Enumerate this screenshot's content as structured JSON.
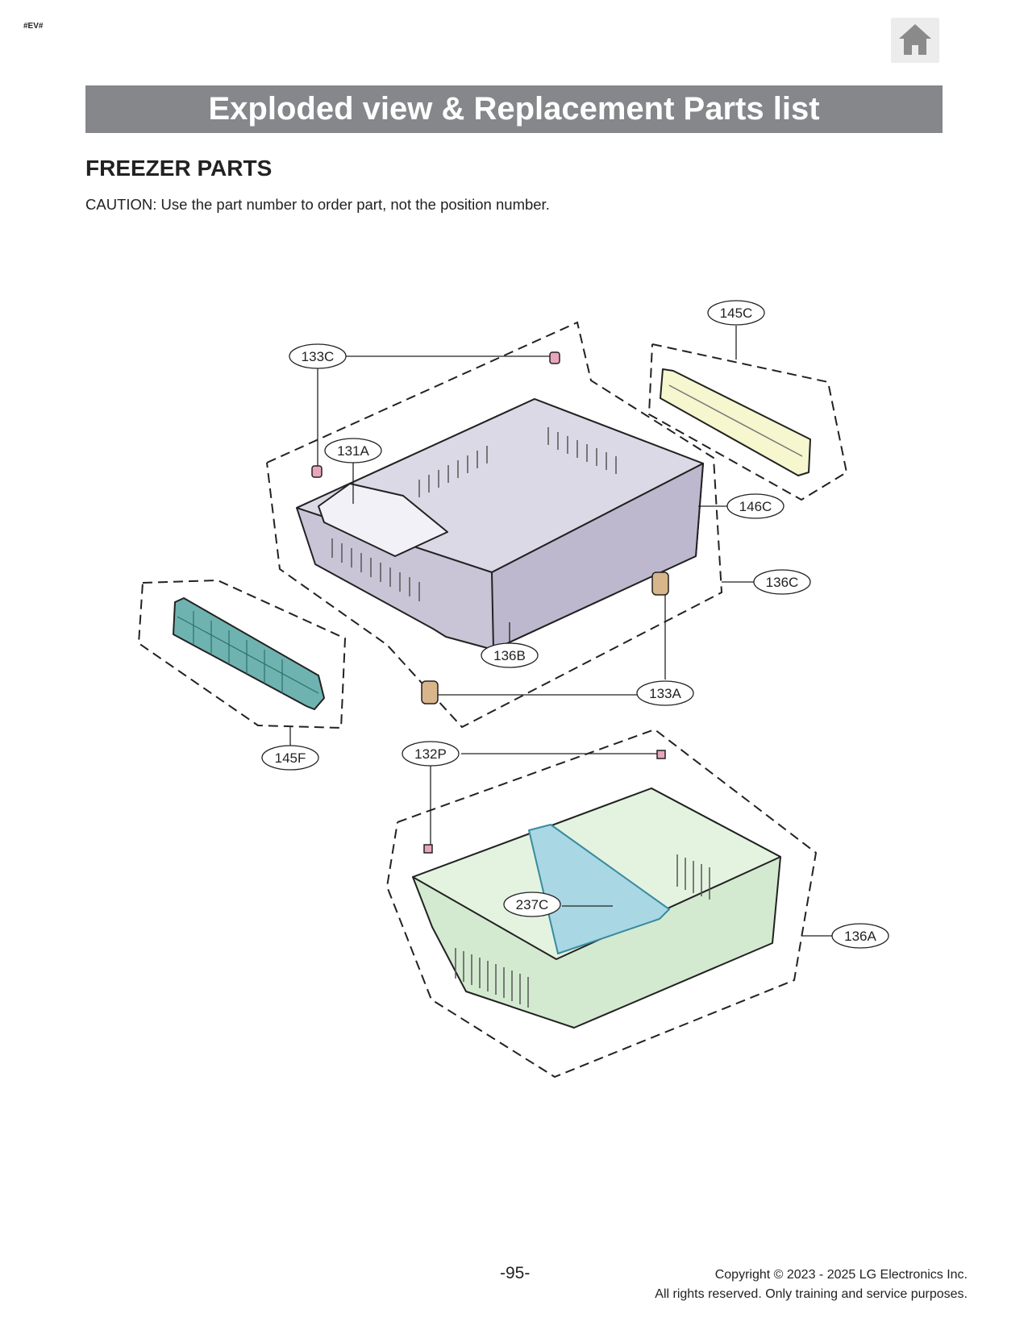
{
  "header": {
    "tag": "#EV#",
    "home_icon": "home-icon",
    "banner_title": "Exploded view & Replacement Parts list"
  },
  "section": {
    "title": "FREEZER PARTS",
    "caution": "CAUTION: Use the part number to order part, not the position number."
  },
  "callouts": {
    "c145C": "145C",
    "c133C": "133C",
    "c131A": "131A",
    "c146C": "146C",
    "c136C": "136C",
    "c136B": "136B",
    "c133A": "133A",
    "c145F": "145F",
    "c132P": "132P",
    "c237C": "237C",
    "c136A": "136A"
  },
  "footer": {
    "page_number": "-95-",
    "copyright": "Copyright © 2023 - 2025 LG Electronics Inc.",
    "rights": "All rights reserved. Only training and service purposes."
  },
  "colors": {
    "banner": "#85878a",
    "upper_tray": "#c9c5d6",
    "lower_basket": "#d3ead0",
    "divider": "#a9d7e3",
    "front_panel": "#f6f6cf",
    "grille": "#6fb3b1",
    "roller": "#d8b58a",
    "pad": "#e9a6bb"
  }
}
